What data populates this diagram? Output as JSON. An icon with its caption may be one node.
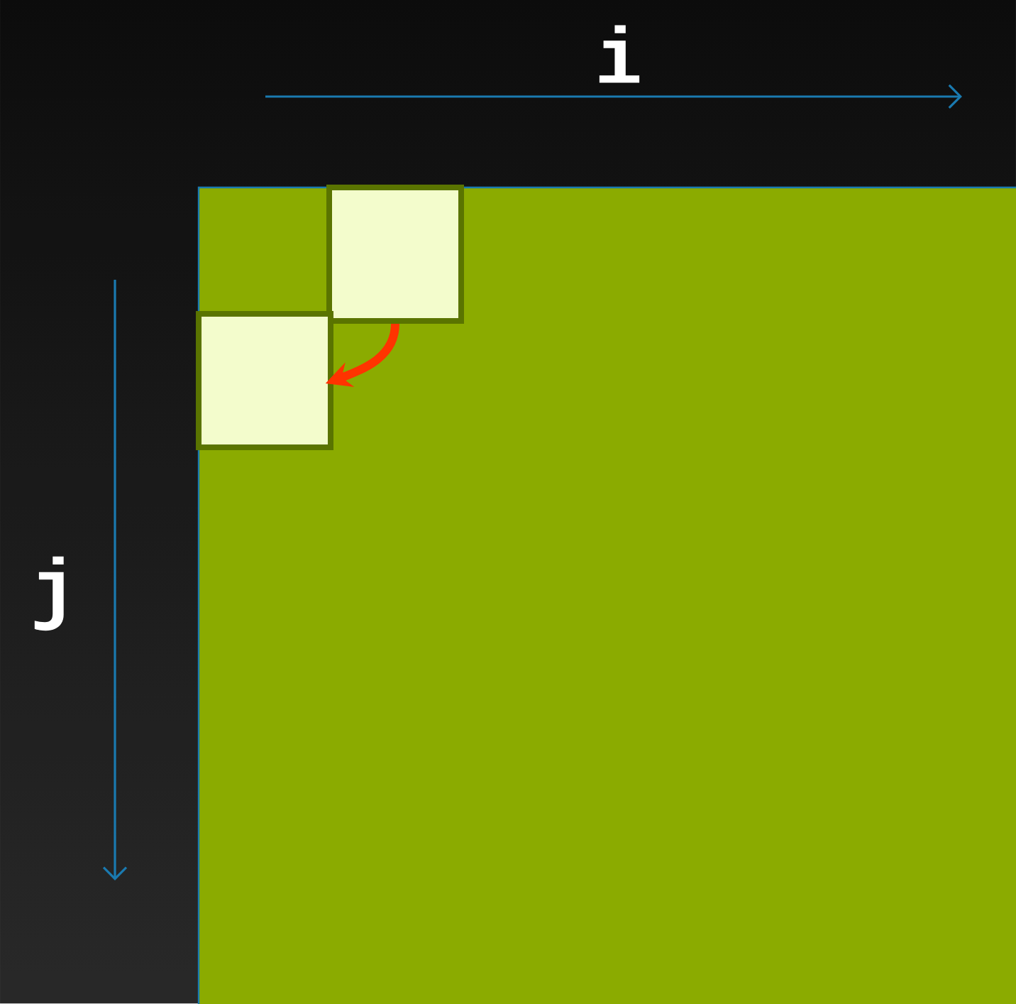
{
  "diagram": {
    "nodes": [
      {
        "text": [],
        "shape": "box"
      },
      {
        "text": [],
        "shape": "box",
        "in": 0
      },
      {
        "text": [],
        "shape": "box",
        "in": 0
      }
    ],
    "edges": [
      {
        "from": 1,
        "to": 2,
        "arrow": "to"
      }
    ],
    "labels": [
      "i",
      "j"
    ]
  }
}
